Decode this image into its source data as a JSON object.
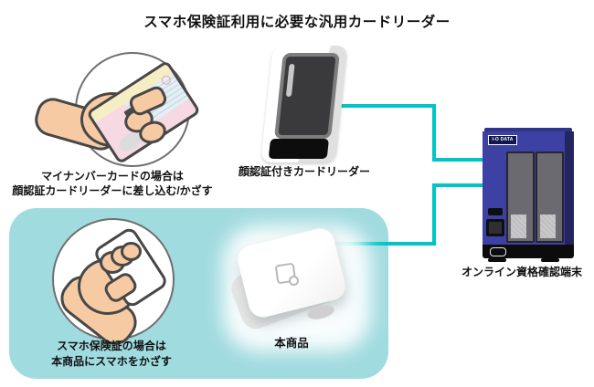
{
  "title": "スマホ保険証利用に必要な汎用カードリーダー",
  "annotations": {
    "mynumber": {
      "line1": "マイナンバーカードの場合は",
      "line2": "顔認証カードリーダーに差し込む/かざす"
    },
    "smartphone": {
      "line1": "スマホ保険証の場合は",
      "line2": "本商品にスマホをかざす"
    }
  },
  "devices": {
    "face_reader": {
      "label": "顔認証付きカードリーダー"
    },
    "product": {
      "label": "本商品"
    },
    "terminal": {
      "label": "オンライン資格確認端末",
      "brand": "I-O DATA"
    }
  },
  "colors": {
    "connector_teal": "#00c5c6",
    "panel_teal": "#a0dbe0",
    "terminal_blue": "#3d41a3",
    "text": "#111111"
  },
  "icons": [
    "hand-holding-card-icon",
    "hand-holding-smartphone-icon",
    "nfc-card-touch-icon",
    "io-data-logo"
  ]
}
